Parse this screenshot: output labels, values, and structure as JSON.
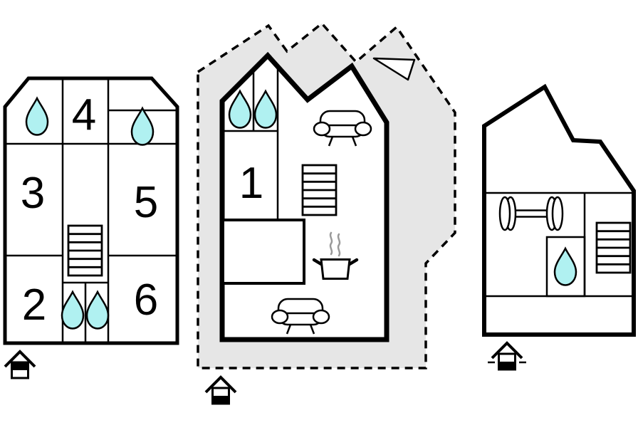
{
  "plan": {
    "rooms": {
      "middle_main": "1",
      "left_bottom_left": "2",
      "left_mid_left": "3",
      "left_top_middle": "4",
      "left_mid_right": "5",
      "left_bottom_right": "6"
    },
    "colors": {
      "wall": "#000000",
      "water": "#b0f1f1",
      "terrace": "#e6e6e6",
      "steam": "#9a9a9a",
      "background": "#ffffff"
    },
    "icons": {
      "water_drop": "water-drop (bath/shower)",
      "stairs": "staircase",
      "sofa": "sofa top-view",
      "stove": "cooking pot with steam",
      "dumbbell": "fitness dumbbell",
      "north_arrow": "direction triangle",
      "level_marker_top_filled": "house level marker (upper half filled)",
      "level_marker_bottom_filled": "house level marker (lower half filled)",
      "level_marker_ground_line": "house level marker with ground line dashes"
    }
  }
}
